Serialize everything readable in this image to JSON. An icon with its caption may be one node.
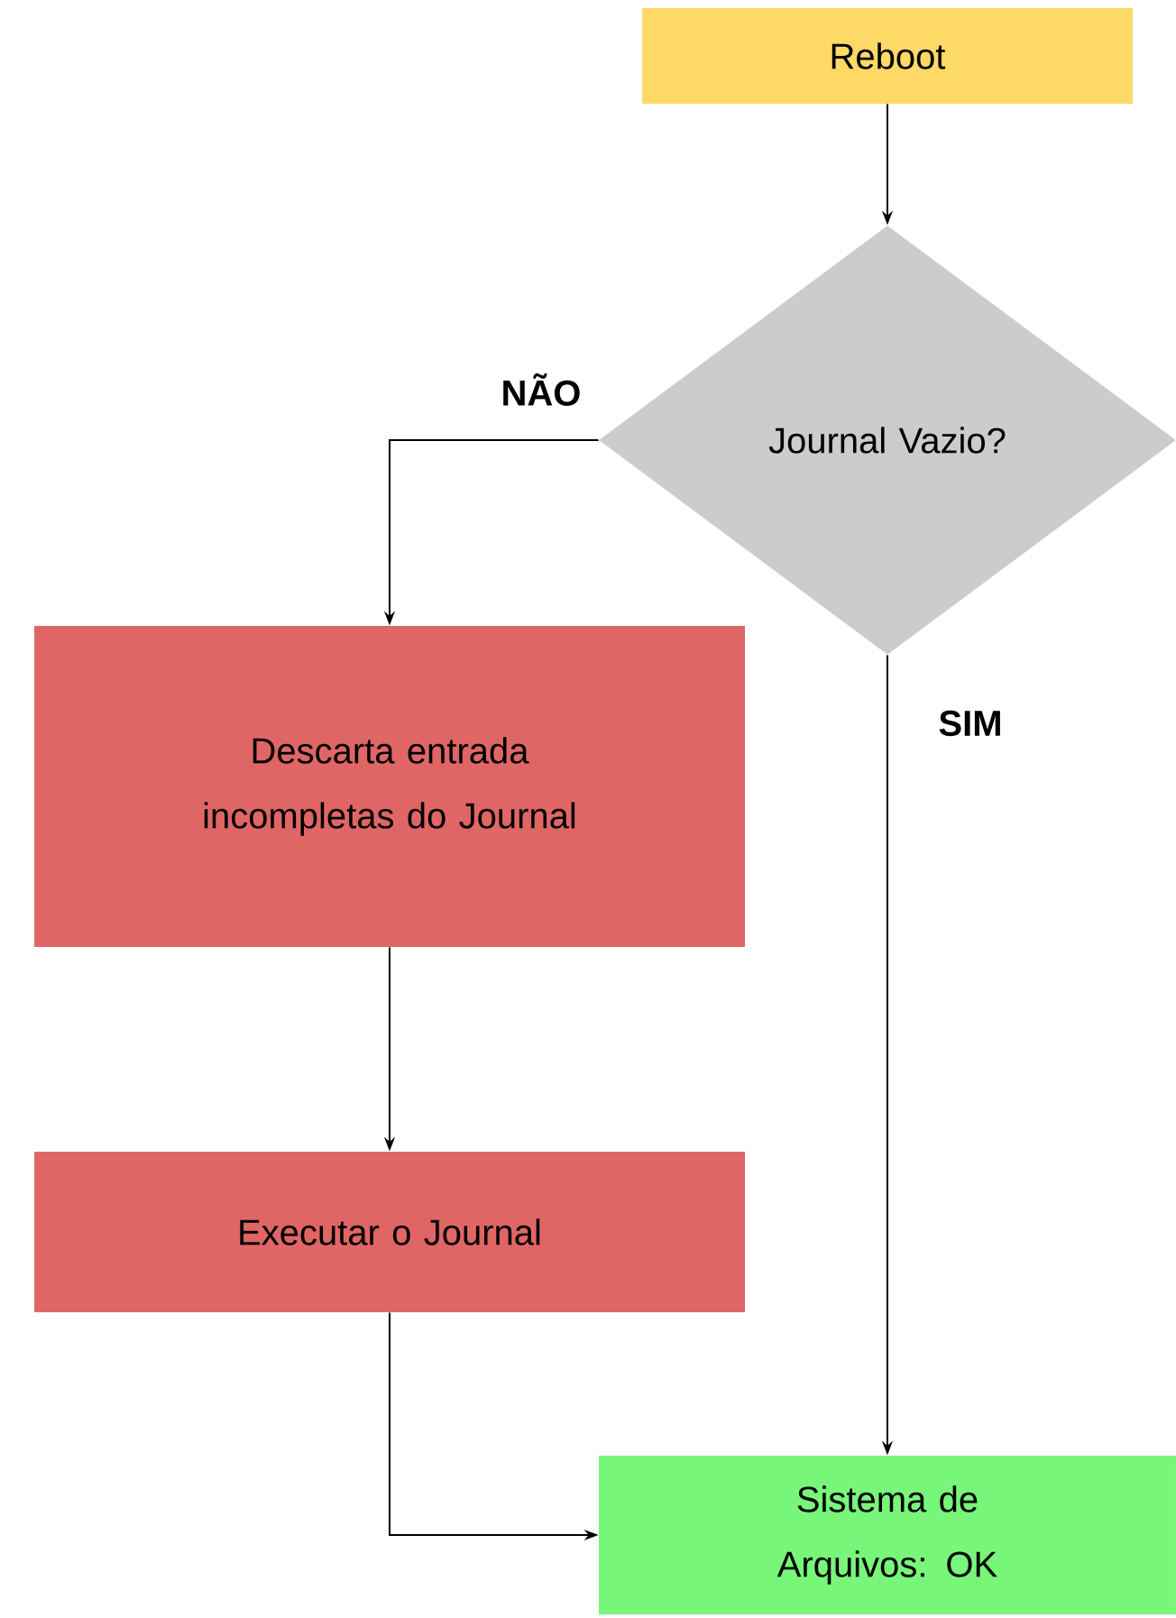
{
  "diagram": {
    "nodes": [
      {
        "text": [
          "Reboot"
        ]
      },
      {
        "text": [
          "Journal Vazio?"
        ]
      },
      {
        "text": [
          "Descarta entrada incompletas do Journal"
        ]
      },
      {
        "text": [
          "Executar o Journal"
        ]
      },
      {
        "text": [
          "Sistema de Arquivos: OK"
        ]
      }
    ],
    "edges": [
      {
        "from": 0,
        "to": 1,
        "arrow": "to"
      },
      {
        "from": 1,
        "to": 2,
        "arrow": "to",
        "label": "NÃO"
      },
      {
        "from": 1,
        "to": 4,
        "arrow": "to",
        "label": "SIM"
      },
      {
        "from": 2,
        "to": 3,
        "arrow": "to"
      },
      {
        "from": 3,
        "to": 4,
        "arrow": "to"
      }
    ]
  }
}
